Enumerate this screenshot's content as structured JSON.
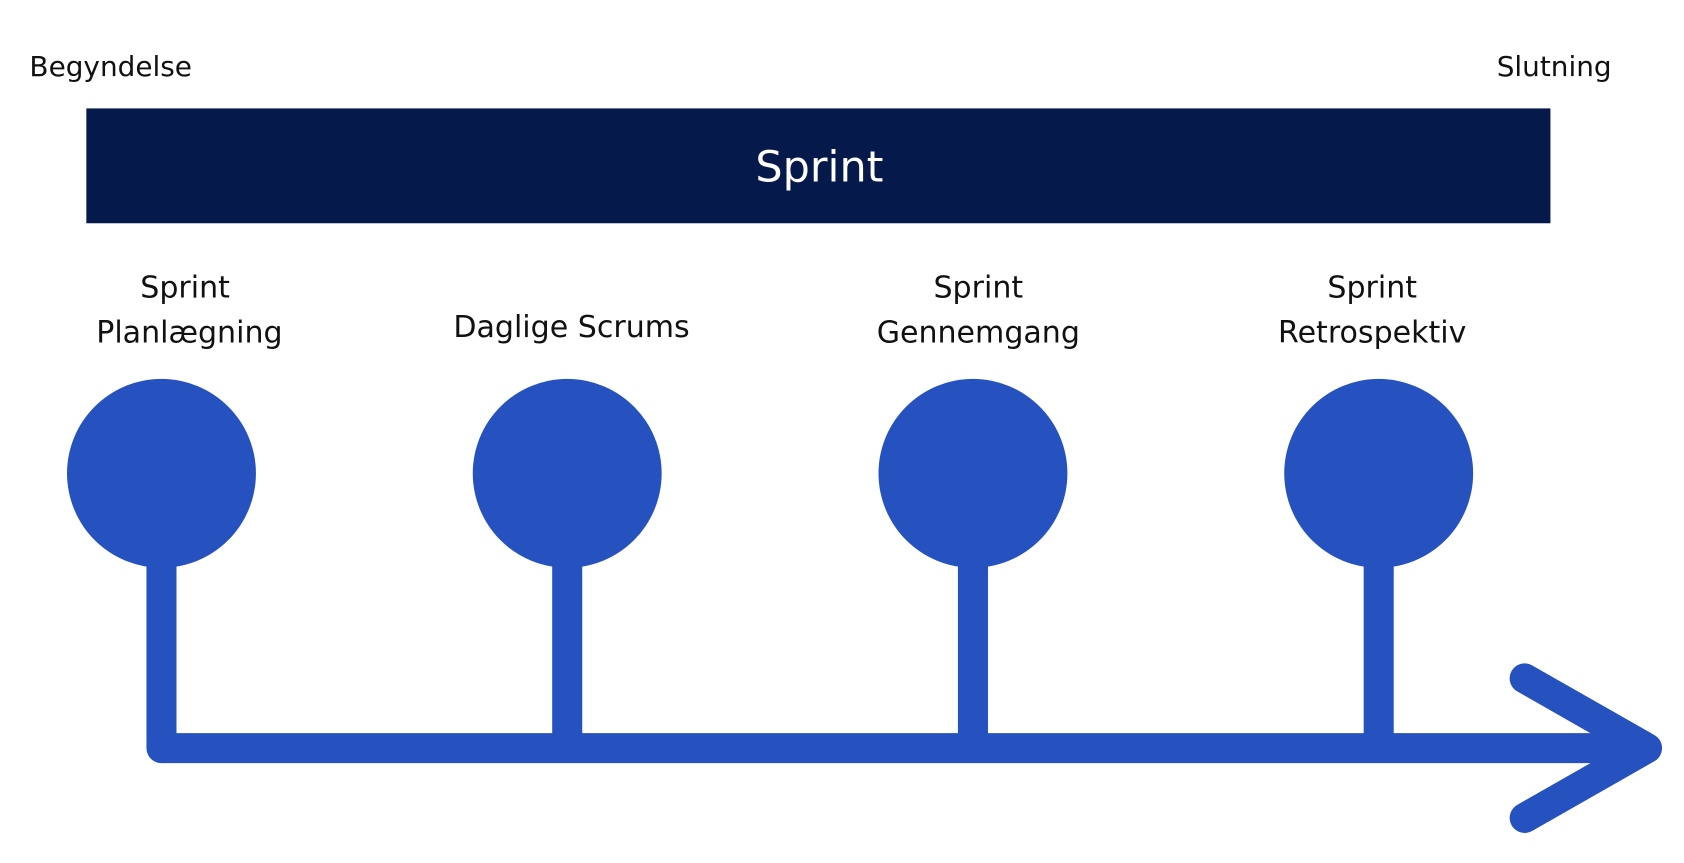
{
  "start_label": "Begyndelse",
  "end_label": "Slutning",
  "banner": {
    "title": "Sprint",
    "color": "#05194b"
  },
  "accent_color": "#2652bf",
  "events": [
    {
      "line1": "Sprint",
      "line2": "Planlægning"
    },
    {
      "line1": "Daglige Scrums",
      "line2": ""
    },
    {
      "line1": "Sprint",
      "line2": "Gennemgang"
    },
    {
      "line1": "Sprint",
      "line2": "Retrospektiv"
    }
  ]
}
